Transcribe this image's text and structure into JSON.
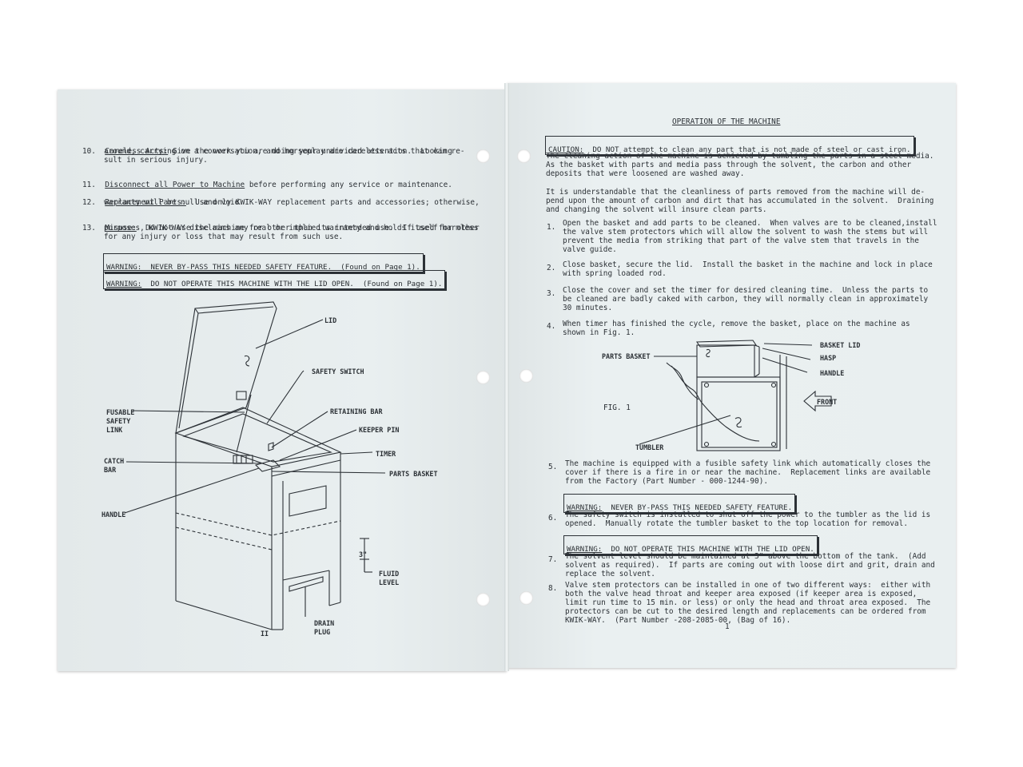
{
  "left": {
    "item10": {
      "num": "10.",
      "title": "Careless Acts:",
      "line1": " Give the work you are doing your undivided attention.  Looking",
      "line2": "around, carrying on a conversation, and horseplay are careless acts that can re-",
      "line3": "sult in serious injury."
    },
    "item11": {
      "num": "11.",
      "title": "Disconnect all Power to Machine",
      "line1": " before performing any service or maintenance."
    },
    "item12": {
      "num": "12.",
      "title": "Replacement Parts:",
      "line1": "  Use only KWIK-WAY replacement parts and accessories; otherwise,",
      "line2": "warranty will be null and void."
    },
    "item13": {
      "num": "13.",
      "title": "Misuse:",
      "line1": "  Do not use the machine for other than its intended use.  If used for other",
      "line2": "purposes, KWIK-WAY disclaims any real or implied warranty and holds itself harmless",
      "line3": "for any injury or loss that may result from such use."
    },
    "warning1": {
      "label": "WARNING:",
      "text": "  NEVER BY-PASS THIS NEEDED SAFETY FEATURE.  (Found on Page 1)."
    },
    "warning2": {
      "label": "WARNING:",
      "text": "  DO NOT OPERATE THIS MACHINE WITH THE LID OPEN.  (Found on Page 1)."
    },
    "diagram": {
      "lid": "LID",
      "safety_switch": "SAFETY SWITCH",
      "fusable_link_1": "FUSABLE",
      "fusable_link_2": "SAFETY",
      "fusable_link_3": "LINK",
      "retaining_bar": "RETAINING BAR",
      "keeper_pin": "KEEPER PIN",
      "catch_bar_1": "CATCH",
      "catch_bar_2": "BAR",
      "timer": "TIMER",
      "parts_basket": "PARTS BASKET",
      "handle": "HANDLE",
      "three_inch": "3\"",
      "fluid_level_1": "FLUID",
      "fluid_level_2": "LEVEL",
      "drain_plug_1": "DRAIN",
      "drain_plug_2": "PLUG"
    },
    "page_number": "II"
  },
  "right": {
    "title": "OPERATION OF THE MACHINE",
    "caution": {
      "label": "CAUTION:",
      "text": "  DO NOT attempt to clean any part that is not made of steel or cast iron."
    },
    "para1": [
      "The cleaning action of the machine is achieved by tumbling the parts in a steel media.",
      "As the basket with parts and media pass through the solvent, the carbon and other",
      "deposits that were loosened are washed away."
    ],
    "para2": [
      "It is understandable that the cleanliness of parts removed from the machine will de-",
      "pend upon the amount of carbon and dirt that has accumulated in the solvent.  Draining",
      "and changing the solvent will insure clean parts."
    ],
    "step1": {
      "num": "1.",
      "lines": [
        "Open the basket and add parts to be cleaned.  When valves are to be cleaned,install",
        "the valve stem protectors which will allow the solvent to wash the stems but will",
        "prevent the media from striking that part of the valve stem that travels in the",
        "valve guide."
      ]
    },
    "step2": {
      "num": "2.",
      "lines": [
        "Close basket, secure the lid.  Install the basket in the machine and lock in place",
        "with spring loaded rod."
      ]
    },
    "step3": {
      "num": "3.",
      "lines": [
        "Close the cover and set the timer for desired cleaning time.  Unless the parts to",
        "be cleaned are badly caked with carbon, they will normally clean in approximately",
        "30 minutes."
      ]
    },
    "step4": {
      "num": "4.",
      "lines": [
        "When timer has finished the cycle, remove the basket, place on the machine as",
        "shown in Fig. 1."
      ]
    },
    "fig": {
      "parts_basket": "PARTS BASKET",
      "basket_lid": "BASKET LID",
      "hasp": "HASP",
      "handle": "HANDLE",
      "fig_label": "FIG. 1",
      "front": "FRONT",
      "tumbler": "TUMBLER"
    },
    "step5": {
      "num": "5.",
      "lines": [
        "The machine is equipped with a fusible safety link which automatically closes the",
        "cover if there is a fire in or near the machine.  Replacement links are available",
        "from the Factory (Part Number - 000-1244-90)."
      ]
    },
    "warning5": {
      "label": "WARNING:",
      "text": "  NEVER BY-PASS THIS NEEDED SAFETY FEATURE."
    },
    "step6": {
      "num": "6.",
      "lines": [
        "The safety switch is installed to shut off the power to the tumbler as the lid is",
        "opened.  Manually rotate the tumbler basket to the top location for removal."
      ]
    },
    "warning6": {
      "label": "WARNING:",
      "text": "  DO NOT OPERATE THIS MACHINE WITH THE LID OPEN."
    },
    "step7": {
      "num": "7.",
      "lines": [
        "The solvent level should be maintained at 3\" above the bottom of the tank.  (Add",
        "solvent as required).  If parts are coming out with loose dirt and grit, drain and",
        "replace the solvent."
      ]
    },
    "step8": {
      "num": "8.",
      "lines": [
        "Valve stem protectors can be installed in one of two different ways:  either with",
        "both the valve head throat and keeper area exposed (if keeper area is exposed,",
        "limit run time to 15 min. or less) or only the head and throat area exposed.  The",
        "protectors can be cut to the desired length and replacements can be ordered from",
        "KWIK-WAY.  (Part Number -208-2085-00, (Bag of 16)."
      ]
    },
    "page_number": "1"
  }
}
